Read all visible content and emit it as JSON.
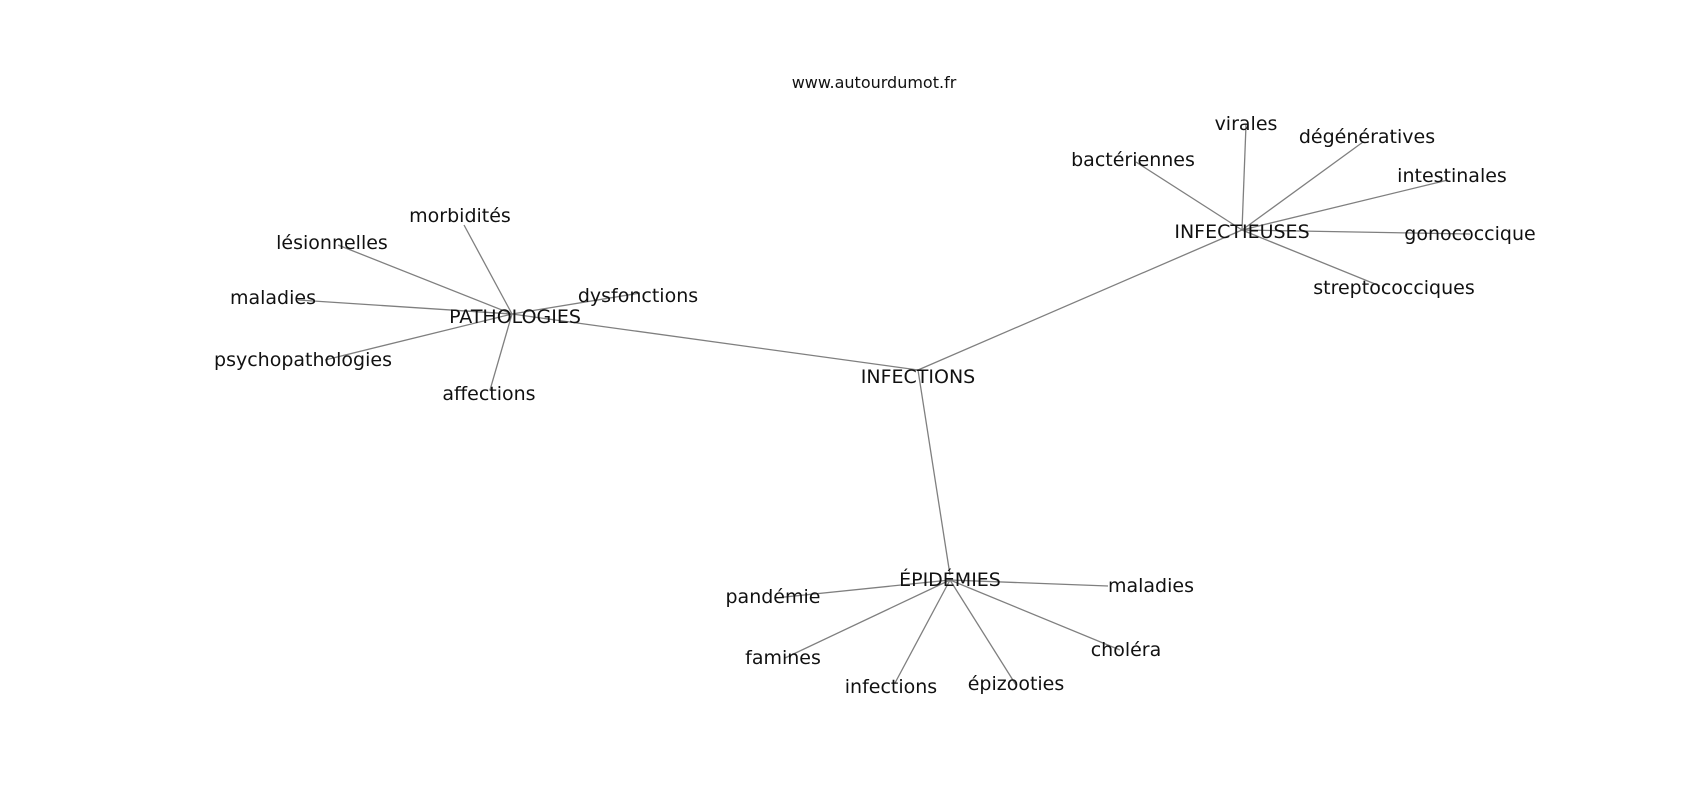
{
  "site": "www.autourdumot.fr",
  "root": "INFECTIONS",
  "groups": [
    {
      "hub": "PATHOLOGIES",
      "terms": [
        "morbidités",
        "lésionnelles",
        "maladies",
        "psychopathologies",
        "affections",
        "dysfonctions"
      ]
    },
    {
      "hub": "INFECTIEUSES",
      "terms": [
        "bactériennes",
        "virales",
        "dégénératives",
        "intestinales",
        "gonococcique",
        "streptococciques"
      ]
    },
    {
      "hub": "ÉPIDÉMIES",
      "terms": [
        "pandémie",
        "famines",
        "infections",
        "épizooties",
        "choléra",
        "maladies"
      ]
    }
  ],
  "colors": {
    "edge": "#7f7f7f",
    "text": "#111111",
    "background": "#ffffff"
  }
}
